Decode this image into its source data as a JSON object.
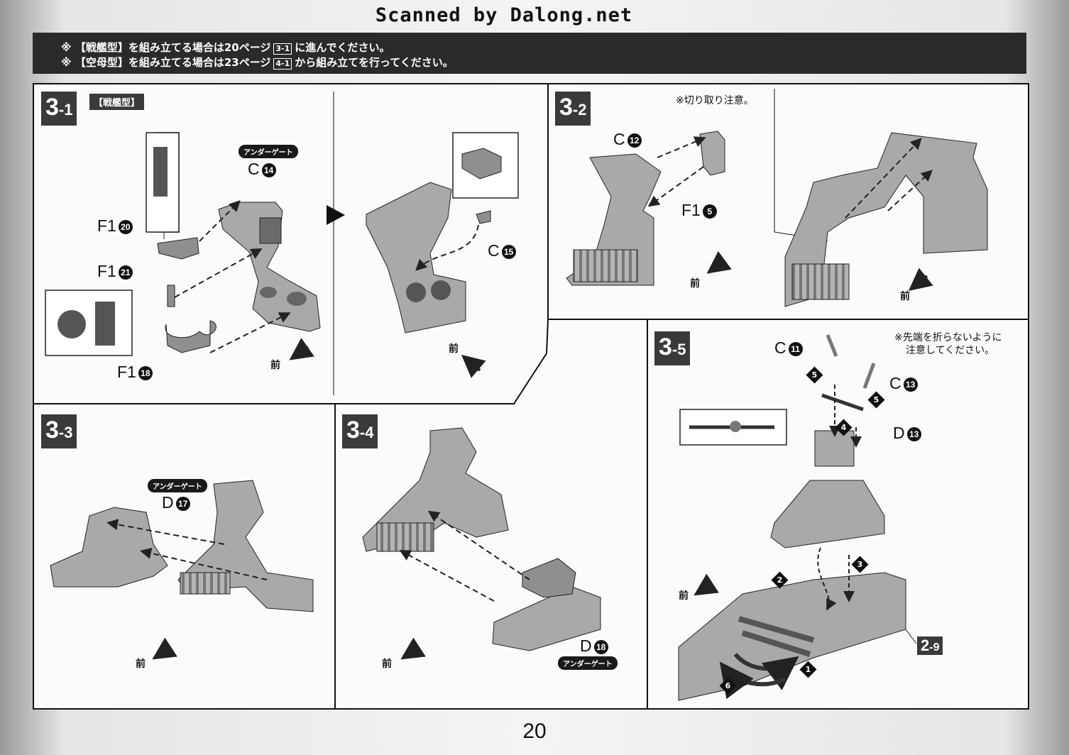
{
  "watermark": "Scanned by Dalong.net",
  "banner": {
    "line1": {
      "mark": "※",
      "pre": "【戦艦型】を組み立てる場合は20ページ",
      "ref": "3-1",
      "post": "に進んでください。"
    },
    "line2": {
      "mark": "※",
      "pre": "【空母型】を組み立てる場合は23ページ",
      "ref": "4-1",
      "post": "から組み立てを行ってください。"
    }
  },
  "panels": {
    "p31": {
      "step_main": "3",
      "step_sub": "-1",
      "type_label": "【戦艦型】",
      "tag": "アンダーゲート",
      "parts": [
        {
          "code": "C",
          "num": "14"
        },
        {
          "code": "F1",
          "num": "20"
        },
        {
          "code": "F1",
          "num": "21"
        },
        {
          "code": "F1",
          "num": "18"
        },
        {
          "code": "C",
          "num": "15"
        }
      ],
      "front_a": "前",
      "front_b": "前"
    },
    "p32": {
      "step_main": "3",
      "step_sub": "-2",
      "note": "※切り取り注意。",
      "parts": [
        {
          "code": "C",
          "num": "12"
        },
        {
          "code": "F1",
          "num": "5"
        }
      ],
      "front_a": "前",
      "front_b": "前"
    },
    "p33": {
      "step_main": "3",
      "step_sub": "-3",
      "tag": "アンダーゲート",
      "parts": [
        {
          "code": "D",
          "num": "17"
        }
      ],
      "front": "前"
    },
    "p34": {
      "step_main": "3",
      "step_sub": "-4",
      "tag": "アンダーゲート",
      "parts": [
        {
          "code": "D",
          "num": "18"
        }
      ],
      "front": "前"
    },
    "p35": {
      "step_main": "3",
      "step_sub": "-5",
      "note_line1": "※先端を折らないように",
      "note_line2": "注意してください。",
      "parts": [
        {
          "code": "C",
          "num": "11"
        },
        {
          "code": "C",
          "num": "13"
        },
        {
          "code": "D",
          "num": "13"
        }
      ],
      "steps": [
        "5",
        "5",
        "4",
        "2",
        "3",
        "1",
        "6"
      ],
      "ref_main": "2",
      "ref_sub": "-9",
      "front": "前"
    }
  },
  "page_number": "20"
}
